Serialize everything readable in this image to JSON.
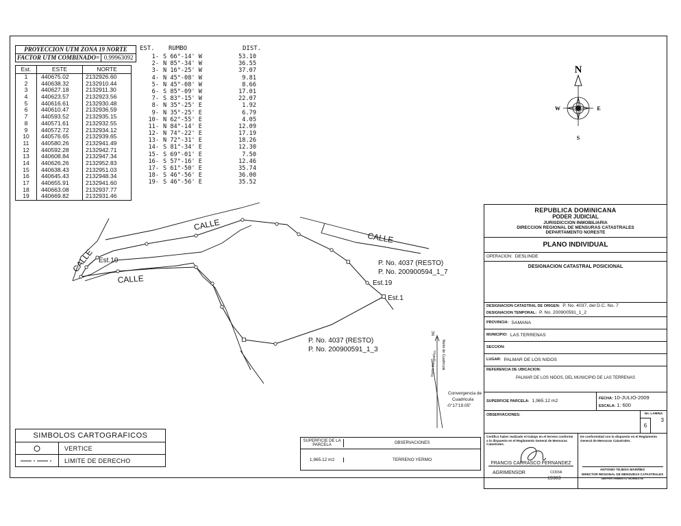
{
  "coord_table": {
    "projection": "PROYECCION UTM ZONA 19 NORTE",
    "factor_label": "FACTOR UTM COMBINADO=",
    "factor_value": "0.99963092",
    "columns": [
      "Est.",
      "ESTE",
      "NORTE"
    ],
    "rows": [
      [
        "1",
        "440675.02",
        "2132926.60"
      ],
      [
        "2",
        "440638.32",
        "2132910.44"
      ],
      [
        "3",
        "440627.18",
        "2132911.30"
      ],
      [
        "4",
        "440623.57",
        "2132923.56"
      ],
      [
        "5",
        "440616.61",
        "2132930.48"
      ],
      [
        "6",
        "440610.47",
        "2132936.59"
      ],
      [
        "7",
        "440593.52",
        "2132935.15"
      ],
      [
        "8",
        "440571.61",
        "2132932.55"
      ],
      [
        "9",
        "440572.72",
        "2132934.12"
      ],
      [
        "10",
        "440576.65",
        "2132939.65"
      ],
      [
        "11",
        "440580.26",
        "2132941.49"
      ],
      [
        "12",
        "440592.28",
        "2132942.71"
      ],
      [
        "13",
        "440608.84",
        "2132947.34"
      ],
      [
        "14",
        "440626.26",
        "2132952.83"
      ],
      [
        "15",
        "440638.43",
        "2132951.03"
      ],
      [
        "16",
        "440645.43",
        "2132948.34"
      ],
      [
        "17",
        "440655.91",
        "2132941.60"
      ],
      [
        "18",
        "440663.08",
        "2132937.77"
      ],
      [
        "19",
        "440669.82",
        "2132931.46"
      ]
    ]
  },
  "bearings_table": {
    "columns": [
      "EST.",
      "RUMBO",
      "DIST."
    ],
    "rows": [
      [
        "1-",
        "S 66°-14' W",
        "53.10"
      ],
      [
        "2-",
        "N 85°-34' W",
        "36.55"
      ],
      [
        "3-",
        "N 16°-25' W",
        "37.07"
      ],
      [
        "4-",
        "N 45°-08' W",
        "9.81"
      ],
      [
        "5-",
        "N 45°-08' W",
        "8.66"
      ],
      [
        "6-",
        "S 85°-09' W",
        "17.01"
      ],
      [
        "7-",
        "S 83°-15' W",
        "22.07"
      ],
      [
        "8-",
        "N 35°-25' E",
        "1.92"
      ],
      [
        "9-",
        "N 35°-25' E",
        "6.79"
      ],
      [
        "10-",
        "N 62°-55' E",
        "4.05"
      ],
      [
        "11-",
        "N 84°-14' E",
        "12.09"
      ],
      [
        "12-",
        "N 74°-22' E",
        "17.19"
      ],
      [
        "13-",
        "N 72°-31' E",
        "18.26"
      ],
      [
        "14-",
        "S 81°-34' E",
        "12.30"
      ],
      [
        "15-",
        "S 69°-01' E",
        "7.50"
      ],
      [
        "16-",
        "S 57°-16' E",
        "12.46"
      ],
      [
        "17-",
        "S 61°-50' E",
        "35.74"
      ],
      [
        "18-",
        "S 46°-56' E",
        "36.00"
      ],
      [
        "19-",
        "S 46°-56' E",
        "35.52"
      ]
    ]
  },
  "compass": {
    "n": "N",
    "s": "S",
    "e": "E",
    "w": "W"
  },
  "map": {
    "calle_1": "CALLE",
    "calle_2": "CALLE",
    "calle_3": "CALLE",
    "calle_4": "CALLE",
    "est10": "Est.10",
    "est19": "Est.19",
    "est1": "Est.1",
    "parcel_1_line1": "P. No. 4037 (RESTO)",
    "parcel_1_line2": "P. No. 200900594_1_7",
    "parcel_2_line1": "P. No. 4037 (RESTO)",
    "parcel_2_line2": "P. No. 200900591_1_3",
    "convergence_line1": "Convergencia de",
    "convergence_line2": "Cuadricula",
    "convergence_value": "-0°17'19.05\"",
    "grid_nc": "NC",
    "grid_north": "Norte de Cuadricula",
    "true_north": "Norte Geografico"
  },
  "legend": {
    "title": "SIMBOLOS CARTOGRAFICOS",
    "vertex": "VERTICE",
    "boundary": "LIMITE DE DERECHO"
  },
  "obs_box": {
    "surface_label": "SUPERFICIE DE LA PARCELA",
    "obs_label": "OBSERVACIONES",
    "surface_value": "1,965.12 m2",
    "obs_value": "TERRENO YERMO"
  },
  "title_block": {
    "republic": "REPUBLICA DOMINICANA",
    "power": "PODER JUDICIAL",
    "jurisdiction": "JURISDICCION INMOBILIARIA",
    "direction": "DIRECCION REGIONAL DE MENSURAS CATASTRALES",
    "department": "DEPARTAMENTO NORESTE",
    "plan": "PLANO INDIVIDUAL",
    "operation_label": "OPERACION:",
    "operation_value": "DESLINDE",
    "designation_title": "DESIGNACION CATASTRAL POSICIONAL",
    "origin_label": "DESIGNACION CATASTRAL DE ORIGEN:",
    "origin_value": "P. No. 4037, del D.C. No. 7",
    "temp_label": "DESIGNACION TEMPORAL:",
    "temp_value": "P. No. 200900591_1_2",
    "province_label": "PROVINCIA:",
    "province_value": "SAMANA",
    "municipality_label": "MUNICIPIO:",
    "municipality_value": "LAS TERRENAS",
    "section_label": "SECCION:",
    "place_label": "LUGAR:",
    "place_value": "PALMAR DE LOS NIDOS",
    "location_ref_label": "REFERENCIA DE UBICACION:",
    "location_ref_value": "PALMAR DE LOS NIDOS, DEL MUNICIPIO DE LAS TERRENAS",
    "surface_label": "SUPERFICIE PARCELA:",
    "surface_value": "1,965.12 m2",
    "date_label": "FECHA:",
    "date_value": "10-JULIO-2009",
    "scale_label": "ESCALA:",
    "scale_value": "1: 600",
    "sheet_label": "No. LAMINA",
    "sheet_value": "3",
    "sheet_total": "6",
    "observations_label": "OBSERVACIONES:",
    "cert_text": "Certifico haber realizado el trabajo en el terreno conforme a lo dispuesto en el Reglamento General de Mensuras Catastrales.",
    "conformity_text": "De conformidad con lo dispuesto en el Reglamento General de Mensuras Catastrales.",
    "surveyor_name": "FRANCIS CARRASCO FERNANDEZ",
    "surveyor_title": "AGRIMENSOR",
    "code_label": "CODIA",
    "code_value": "19303",
    "director_name": "ANTONIO TEJEDA MARIÑEZ",
    "director_title": "DIRECTOR REGIONAL DE MENSURAS CATASTRALES",
    "director_department": "DEPARTAMENTO NORESTE"
  }
}
